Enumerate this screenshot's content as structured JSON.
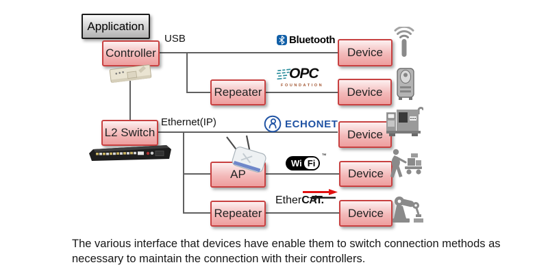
{
  "diagram": {
    "application": "Application",
    "controller": "Controller",
    "l2_switch": "L2 Switch",
    "repeater_usb": "Repeater",
    "ap": "AP",
    "repeater_eth": "Repeater",
    "device_bluetooth": "Device",
    "device_opc": "Device",
    "device_echonet": "Device",
    "device_wifi": "Device",
    "device_ethercat": "Device",
    "link_usb": "USB",
    "link_ethernet": "Ethernet(IP)"
  },
  "logos": {
    "bluetooth": "Bluetooth",
    "opc": "OPC",
    "opc_foundation": "FOUNDATION",
    "echonet": "ECHONET",
    "wifi_wi": "Wi",
    "wifi_fi": "Fi",
    "wifi_tm": "™",
    "ethercat_ether": "Ether",
    "ethercat_cat": "CAT."
  },
  "caption": {
    "line1": "The various interface that devices have enable them to switch connection methods as",
    "line2": "necessary to maintain the connection with their controllers."
  },
  "colors": {
    "node_border": "#c84040",
    "node_fill_top": "#fdf0f0",
    "node_fill_bottom": "#ee9e9e",
    "gray_node_border": "#1a1a1a",
    "bluetooth_blue": "#1260a8",
    "echonet_blue": "#2053a4",
    "opc_teal": "#2e8f9e",
    "opc_foundation_brown": "#a0522d",
    "ethercat_red": "#e01010",
    "icon_gray": "#8a8a8a",
    "connector_line": "#5f5f5f"
  }
}
